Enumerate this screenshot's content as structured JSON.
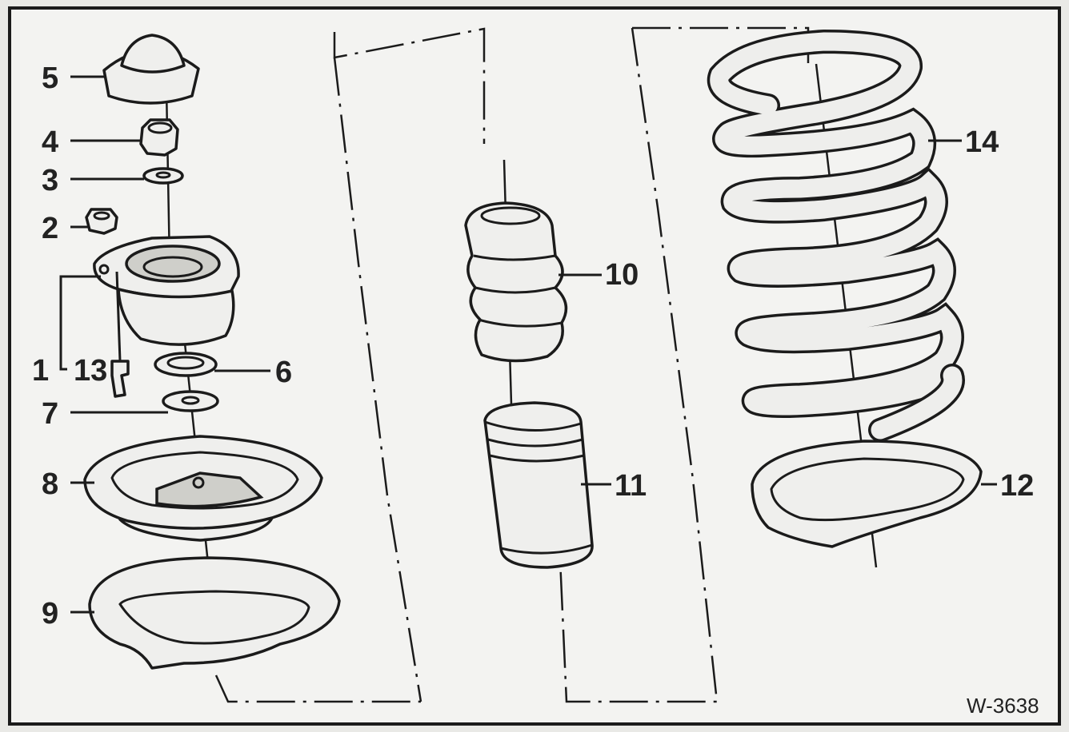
{
  "figure": {
    "reference_code": "W-3638",
    "callouts": [
      "1",
      "2",
      "3",
      "4",
      "5",
      "6",
      "7",
      "8",
      "9",
      "10",
      "11",
      "12",
      "13",
      "14"
    ]
  }
}
